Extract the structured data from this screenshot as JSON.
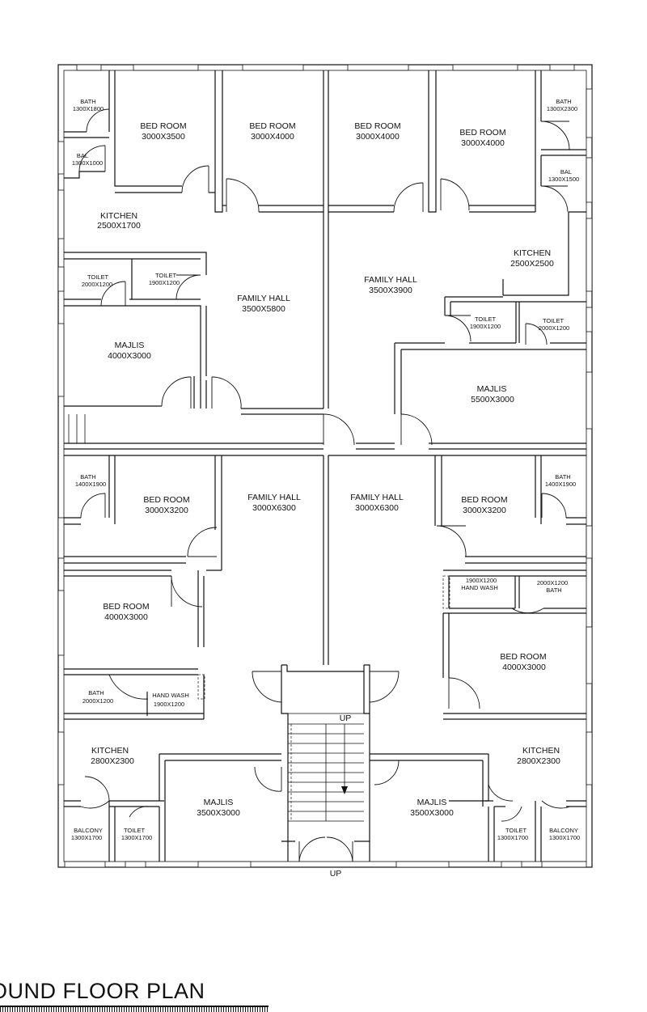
{
  "plan": {
    "title": "OUND FLOOR PLAN",
    "rooms": {
      "bath_tl": {
        "name": "BATH",
        "dims": "1300X1800"
      },
      "bed_1": {
        "name": "BED ROOM",
        "dims": "3000X3500"
      },
      "bed_2": {
        "name": "BED ROOM",
        "dims": "3000X4000"
      },
      "bed_3": {
        "name": "BED ROOM",
        "dims": "3000X4000"
      },
      "bed_4": {
        "name": "BED ROOM",
        "dims": "3000X4000"
      },
      "bath_tr": {
        "name": "BATH",
        "dims": "1300X2300"
      },
      "bal_tl": {
        "name": "BAL",
        "dims": "1300X1000"
      },
      "bal_tr": {
        "name": "BAL",
        "dims": "1300X1500"
      },
      "kitchen_tl": {
        "name": "KITCHEN",
        "dims": "2500X1700"
      },
      "kitchen_tr": {
        "name": "KITCHEN",
        "dims": "2500X2500"
      },
      "toilet_tl1": {
        "name": "TOILET",
        "dims": "2000X1200"
      },
      "toilet_tl2": {
        "name": "TOILET",
        "dims": "1900X1200"
      },
      "family_tl": {
        "name": "FAMILY HALL",
        "dims": "3500X5800"
      },
      "family_tr": {
        "name": "FAMILY HALL",
        "dims": "3500X3900"
      },
      "toilet_tr1": {
        "name": "TOILET",
        "dims": "1900X1200"
      },
      "toilet_tr2": {
        "name": "TOILET",
        "dims": "2000X1200"
      },
      "majlis_tl": {
        "name": "MAJLIS",
        "dims": "4000X3000"
      },
      "majlis_tr": {
        "name": "MAJLIS",
        "dims": "5500X3000"
      },
      "bath_ml": {
        "name": "BATH",
        "dims": "1400X1900"
      },
      "bed_5": {
        "name": "BED ROOM",
        "dims": "3000X3200"
      },
      "family_bl": {
        "name": "FAMILY HALL",
        "dims": "3000X6300"
      },
      "family_br": {
        "name": "FAMILY HALL",
        "dims": "3000X6300"
      },
      "bed_6": {
        "name": "BED ROOM",
        "dims": "3000X3200"
      },
      "bath_mr": {
        "name": "BATH",
        "dims": "1400X1900"
      },
      "bed_7": {
        "name": "BED ROOM",
        "dims": "4000X3000"
      },
      "handwash_r": {
        "name": "HAND WASH",
        "dims": "1900X1200"
      },
      "bath_mr2": {
        "name": "BATH",
        "dims": "2000X1200"
      },
      "bed_8": {
        "name": "BED ROOM",
        "dims": "4000X3000"
      },
      "bath_bl": {
        "name": "BATH",
        "dims": "2000X1200"
      },
      "handwash_l": {
        "name": "HAND WASH",
        "dims": "1900X1200"
      },
      "kitchen_bl": {
        "name": "KITCHEN",
        "dims": "2800X2300"
      },
      "kitchen_br": {
        "name": "KITCHEN",
        "dims": "2800X2300"
      },
      "majlis_bl": {
        "name": "MAJLIS",
        "dims": "3500X3000"
      },
      "majlis_br": {
        "name": "MAJLIS",
        "dims": "3500X3000"
      },
      "balcony_bl": {
        "name": "BALCONY",
        "dims": "1300X1700"
      },
      "toilet_bl": {
        "name": "TOILET",
        "dims": "1300X1700"
      },
      "toilet_br": {
        "name": "TOILET",
        "dims": "1300X1700"
      },
      "balcony_br": {
        "name": "BALCONY",
        "dims": "1300X1700"
      }
    },
    "stair_up_1": "UP",
    "stair_up_2": "UP"
  }
}
